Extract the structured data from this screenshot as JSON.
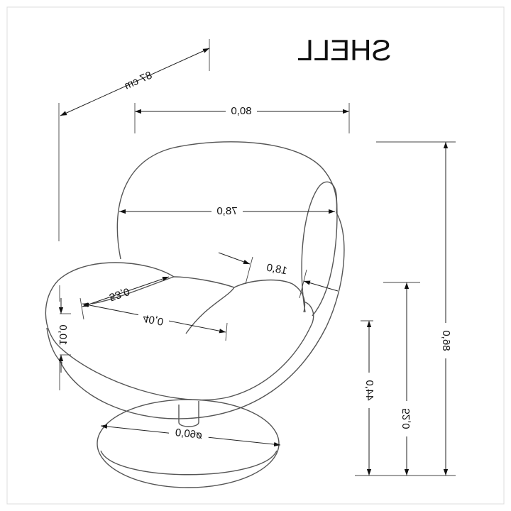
{
  "title": "SHELL",
  "dimensions": {
    "diagonal": "87 cm",
    "width": "80,0",
    "inner_width": "78,0",
    "armrest_width": "18,0",
    "seat_diagonal": "53,0",
    "seat_depth": "40,0",
    "seat_thickness": "10,0",
    "base_diameter": "ø60,0",
    "total_height": "86,0",
    "armrest_height": "52,0",
    "seat_height": "44,0"
  }
}
